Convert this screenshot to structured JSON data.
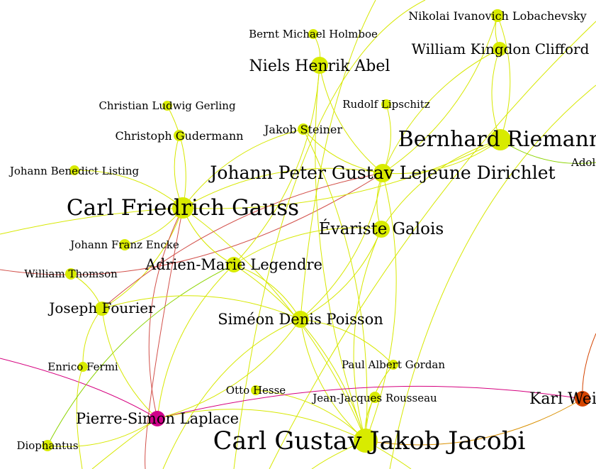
{
  "colors": {
    "default_node": "#d8eb00",
    "laplace_node": "#d0008a",
    "weierstrass_node": "#d44400",
    "edge_yellow": "#d7e800",
    "edge_green": "#8cd400",
    "edge_red": "#d2504a",
    "edge_magenta": "#d5007f",
    "edge_orange": "#d99000"
  },
  "nodes": [
    {
      "id": "lobachevsky",
      "label": "Nikolai Ivanovich Lobachevsky",
      "color": "default_node"
    },
    {
      "id": "holmboe",
      "label": "Bernt Michael Holmboe",
      "color": "default_node"
    },
    {
      "id": "clifford",
      "label": "William Kingdon Clifford",
      "color": "default_node"
    },
    {
      "id": "abel",
      "label": "Niels Henrik Abel",
      "color": "default_node"
    },
    {
      "id": "gerling",
      "label": "Christian Ludwig Gerling",
      "color": "default_node"
    },
    {
      "id": "lipschitz",
      "label": "Rudolf Lipschitz",
      "color": "default_node"
    },
    {
      "id": "steiner",
      "label": "Jakob Steiner",
      "color": "default_node"
    },
    {
      "id": "gudermann",
      "label": "Christoph Gudermann",
      "color": "default_node"
    },
    {
      "id": "riemann",
      "label": "Bernhard Riemann",
      "color": "default_node"
    },
    {
      "id": "adol",
      "label": "Adol",
      "color": "default_node"
    },
    {
      "id": "listing",
      "label": "Johann Benedict Listing",
      "color": "default_node"
    },
    {
      "id": "dirichlet",
      "label": "Johann Peter Gustav Lejeune Dirichlet",
      "color": "default_node"
    },
    {
      "id": "gauss",
      "label": "Carl Friedrich Gauss",
      "color": "default_node"
    },
    {
      "id": "galois",
      "label": "Évariste Galois",
      "color": "default_node"
    },
    {
      "id": "encke",
      "label": "Johann Franz Encke",
      "color": "default_node"
    },
    {
      "id": "legendre",
      "label": "Adrien-Marie Legendre",
      "color": "default_node"
    },
    {
      "id": "thomson",
      "label": "William Thomson",
      "color": "default_node"
    },
    {
      "id": "fourier",
      "label": "Joseph Fourier",
      "color": "default_node"
    },
    {
      "id": "poisson",
      "label": "Siméon Denis Poisson",
      "color": "default_node"
    },
    {
      "id": "fermi",
      "label": "Enrico Fermi",
      "color": "default_node"
    },
    {
      "id": "gordan",
      "label": "Paul Albert Gordan",
      "color": "default_node"
    },
    {
      "id": "hesse",
      "label": "Otto Hesse",
      "color": "default_node"
    },
    {
      "id": "rousseau",
      "label": "Jean-Jacques Rousseau",
      "color": "default_node"
    },
    {
      "id": "weierstrass",
      "label": "Karl Weie",
      "color": "weierstrass_node"
    },
    {
      "id": "laplace",
      "label": "Pierre-Simon Laplace",
      "color": "laplace_node"
    },
    {
      "id": "jacobi",
      "label": "Carl Gustav Jakob Jacobi",
      "color": "default_node"
    },
    {
      "id": "diophantus",
      "label": "Diophantus",
      "color": "default_node"
    }
  ],
  "edges": [
    {
      "from": "lobachevsky",
      "to": "clifford",
      "color": "edge_yellow"
    },
    {
      "from": "lobachevsky",
      "to": "riemann",
      "color": "edge_yellow"
    },
    {
      "from": "clifford",
      "to": "riemann",
      "color": "edge_yellow"
    },
    {
      "from": "lobachevsky",
      "to": "dirichlet",
      "color": "edge_yellow"
    },
    {
      "from": "clifford",
      "to": "dirichlet",
      "color": "edge_yellow"
    },
    {
      "from": "riemann",
      "to": "dirichlet",
      "color": "edge_yellow"
    },
    {
      "from": "riemann",
      "to": "galois",
      "color": "edge_yellow"
    },
    {
      "from": "riemann",
      "to": "gauss",
      "color": "edge_yellow"
    },
    {
      "from": "riemann",
      "to": "adol",
      "color": "edge_green"
    },
    {
      "from": "holmboe",
      "to": "abel",
      "color": "edge_yellow"
    },
    {
      "from": "abel",
      "to": "dirichlet",
      "color": "edge_yellow"
    },
    {
      "from": "abel",
      "to": "legendre",
      "color": "edge_yellow"
    },
    {
      "from": "abel",
      "to": "jacobi",
      "color": "edge_yellow"
    },
    {
      "from": "lipschitz",
      "to": "dirichlet",
      "color": "edge_yellow"
    },
    {
      "from": "steiner",
      "to": "dirichlet",
      "color": "edge_yellow"
    },
    {
      "from": "steiner",
      "to": "jacobi",
      "color": "edge_yellow"
    },
    {
      "from": "steiner",
      "to": "gauss",
      "color": "edge_yellow"
    },
    {
      "from": "gerling",
      "to": "gauss",
      "color": "edge_yellow"
    },
    {
      "from": "gudermann",
      "to": "gauss",
      "color": "edge_yellow"
    },
    {
      "from": "listing",
      "to": "gauss",
      "color": "edge_yellow"
    },
    {
      "from": "encke",
      "to": "gauss",
      "color": "edge_yellow"
    },
    {
      "from": "gauss",
      "to": "dirichlet",
      "color": "edge_yellow"
    },
    {
      "from": "gauss",
      "to": "legendre",
      "color": "edge_yellow"
    },
    {
      "from": "gauss",
      "to": "fourier",
      "color": "edge_yellow"
    },
    {
      "from": "gauss",
      "to": "laplace",
      "color": "edge_red"
    },
    {
      "from": "gauss",
      "to": "jacobi",
      "color": "edge_yellow"
    },
    {
      "from": "dirichlet",
      "to": "galois",
      "color": "edge_yellow"
    },
    {
      "from": "dirichlet",
      "to": "poisson",
      "color": "edge_yellow"
    },
    {
      "from": "dirichlet",
      "to": "fourier",
      "color": "edge_red"
    },
    {
      "from": "dirichlet",
      "to": "jacobi",
      "color": "edge_yellow"
    },
    {
      "from": "galois",
      "to": "legendre",
      "color": "edge_yellow"
    },
    {
      "from": "galois",
      "to": "poisson",
      "color": "edge_yellow"
    },
    {
      "from": "galois",
      "to": "jacobi",
      "color": "edge_yellow"
    },
    {
      "from": "legendre",
      "to": "poisson",
      "color": "edge_yellow"
    },
    {
      "from": "legendre",
      "to": "laplace",
      "color": "edge_yellow"
    },
    {
      "from": "legendre",
      "to": "jacobi",
      "color": "edge_yellow"
    },
    {
      "from": "legendre",
      "to": "diophantus",
      "color": "edge_green"
    },
    {
      "from": "thomson",
      "to": "fourier",
      "color": "edge_yellow"
    },
    {
      "from": "fourier",
      "to": "fermi",
      "color": "edge_yellow"
    },
    {
      "from": "fourier",
      "to": "poisson",
      "color": "edge_yellow"
    },
    {
      "from": "fourier",
      "to": "laplace",
      "color": "edge_yellow"
    },
    {
      "from": "poisson",
      "to": "laplace",
      "color": "edge_yellow"
    },
    {
      "from": "poisson",
      "to": "jacobi",
      "color": "edge_yellow"
    },
    {
      "from": "poisson",
      "to": "gordan",
      "color": "edge_yellow"
    },
    {
      "from": "gordan",
      "to": "jacobi",
      "color": "edge_yellow"
    },
    {
      "from": "hesse",
      "to": "jacobi",
      "color": "edge_yellow"
    },
    {
      "from": "rousseau",
      "to": "jacobi",
      "color": "edge_yellow"
    },
    {
      "from": "laplace",
      "to": "weierstrass",
      "color": "edge_magenta"
    },
    {
      "from": "jacobi",
      "to": "weierstrass",
      "color": "edge_orange"
    },
    {
      "from": "laplace",
      "to": "jacobi",
      "color": "edge_yellow"
    },
    {
      "from": "diophantus",
      "to": "laplace",
      "color": "edge_yellow"
    }
  ]
}
